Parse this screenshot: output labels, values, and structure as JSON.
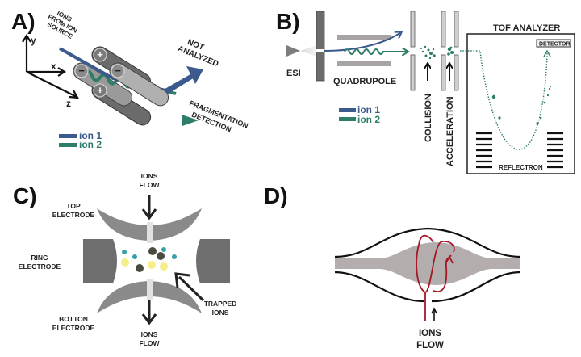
{
  "colors": {
    "ion1": "#3b5a8e",
    "ion2": "#2e7d68",
    "electrode_dark": "#6b6b6b",
    "electrode_light": "#a8a8a8",
    "trap_red": "#a31824",
    "orbitrap_fill": "#b3adae",
    "dot_teal": "#3aa0a8",
    "dot_yellow": "#f7ee8a",
    "dot_dark": "#4a4a40"
  },
  "panels": {
    "a": {
      "label": "A)",
      "axes": {
        "x": "x",
        "y": "y",
        "z": "z"
      },
      "source_label": [
        "IONS",
        "FROM ION",
        "SOURCE"
      ],
      "rod_signs": [
        "+",
        "−",
        "−",
        "+"
      ],
      "not_analyzed": [
        "NOT",
        "ANALYZED"
      ],
      "fragmentation": [
        "FRAGMENTATION",
        "DETECTION"
      ],
      "legend": [
        {
          "label": "ion 1",
          "color": "#3b5a8e"
        },
        {
          "label": "ion 2",
          "color": "#2e7d68"
        }
      ]
    },
    "b": {
      "label": "B)",
      "esi": "ESI",
      "quadrupole": "QUADRUPOLE",
      "collision": "COLLISION",
      "acceleration": "ACCELERATION",
      "tof_title": "TOF ANALYZER",
      "detector": "DETECTOR",
      "reflectron": "REFLECTRON",
      "legend": [
        {
          "label": "ion 1",
          "color": "#3b5a8e"
        },
        {
          "label": "ion 2",
          "color": "#2e7d68"
        }
      ]
    },
    "c": {
      "label": "C)",
      "ions_flow_top": [
        "IONS",
        "FLOW"
      ],
      "ions_flow_bottom": [
        "IONS",
        "FLOW"
      ],
      "top_electrode": [
        "TOP",
        "ELECTRODE"
      ],
      "ring_electrode": [
        "RING",
        "ELECTRODE"
      ],
      "bottom_electrode": [
        "BOTTON",
        "ELECTRODE"
      ],
      "trapped_ions": [
        "TRAPPED",
        "IONS"
      ]
    },
    "d": {
      "label": "D)",
      "ions_flow": [
        "IONS",
        "FLOW"
      ]
    }
  }
}
